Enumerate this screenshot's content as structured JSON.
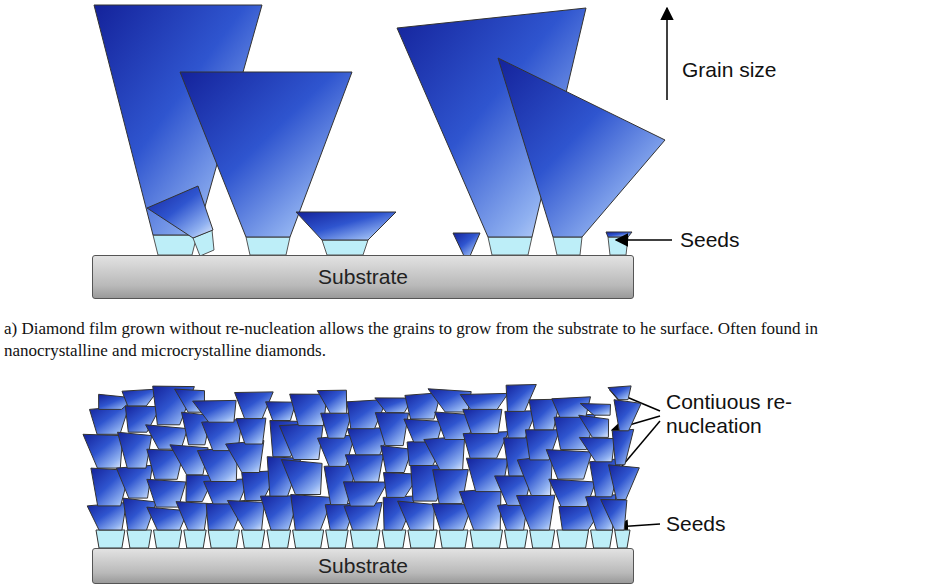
{
  "diagram": {
    "caption": "a) Diamond film grown without re-nucleation allows the grains to grow from the substrate to he surface. Often found in nanocrystalline and microcrystalline diamonds.",
    "nodes": [
      {
        "text": [
          "Substrate"
        ]
      },
      {
        "text": [
          "Substrate"
        ]
      }
    ],
    "labels": [
      "Grain size",
      "Seeds",
      "Contiuous re-nucleation",
      "Seeds"
    ]
  }
}
